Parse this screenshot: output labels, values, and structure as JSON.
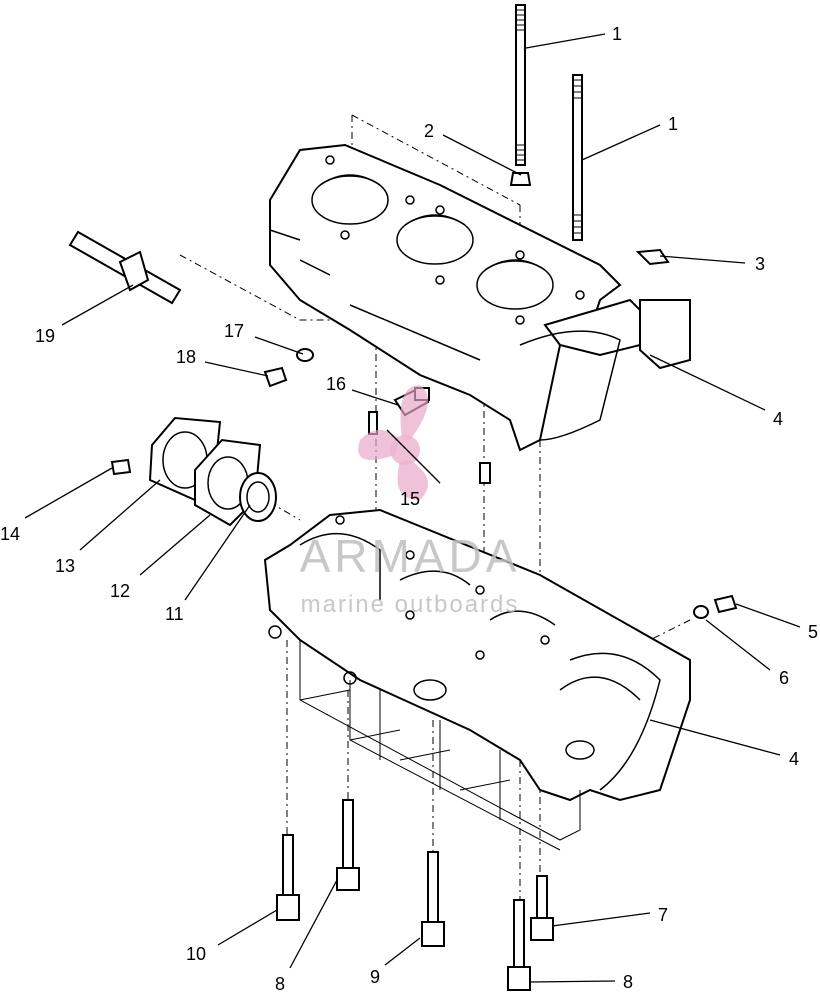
{
  "callouts": {
    "c1a": "1",
    "c1b": "1",
    "c2": "2",
    "c3": "3",
    "c4a": "4",
    "c4b": "4",
    "c5": "5",
    "c6": "6",
    "c7": "7",
    "c8a": "8",
    "c8b": "8",
    "c9": "9",
    "c10": "10",
    "c11": "11",
    "c12": "12",
    "c13": "13",
    "c14": "14",
    "c15": "15",
    "c16": "16",
    "c17": "17",
    "c18": "18",
    "c19": "19"
  },
  "watermark": {
    "brand": "ARMADA",
    "tagline": "marine outboards",
    "logo_color": "#e8a6c8"
  }
}
